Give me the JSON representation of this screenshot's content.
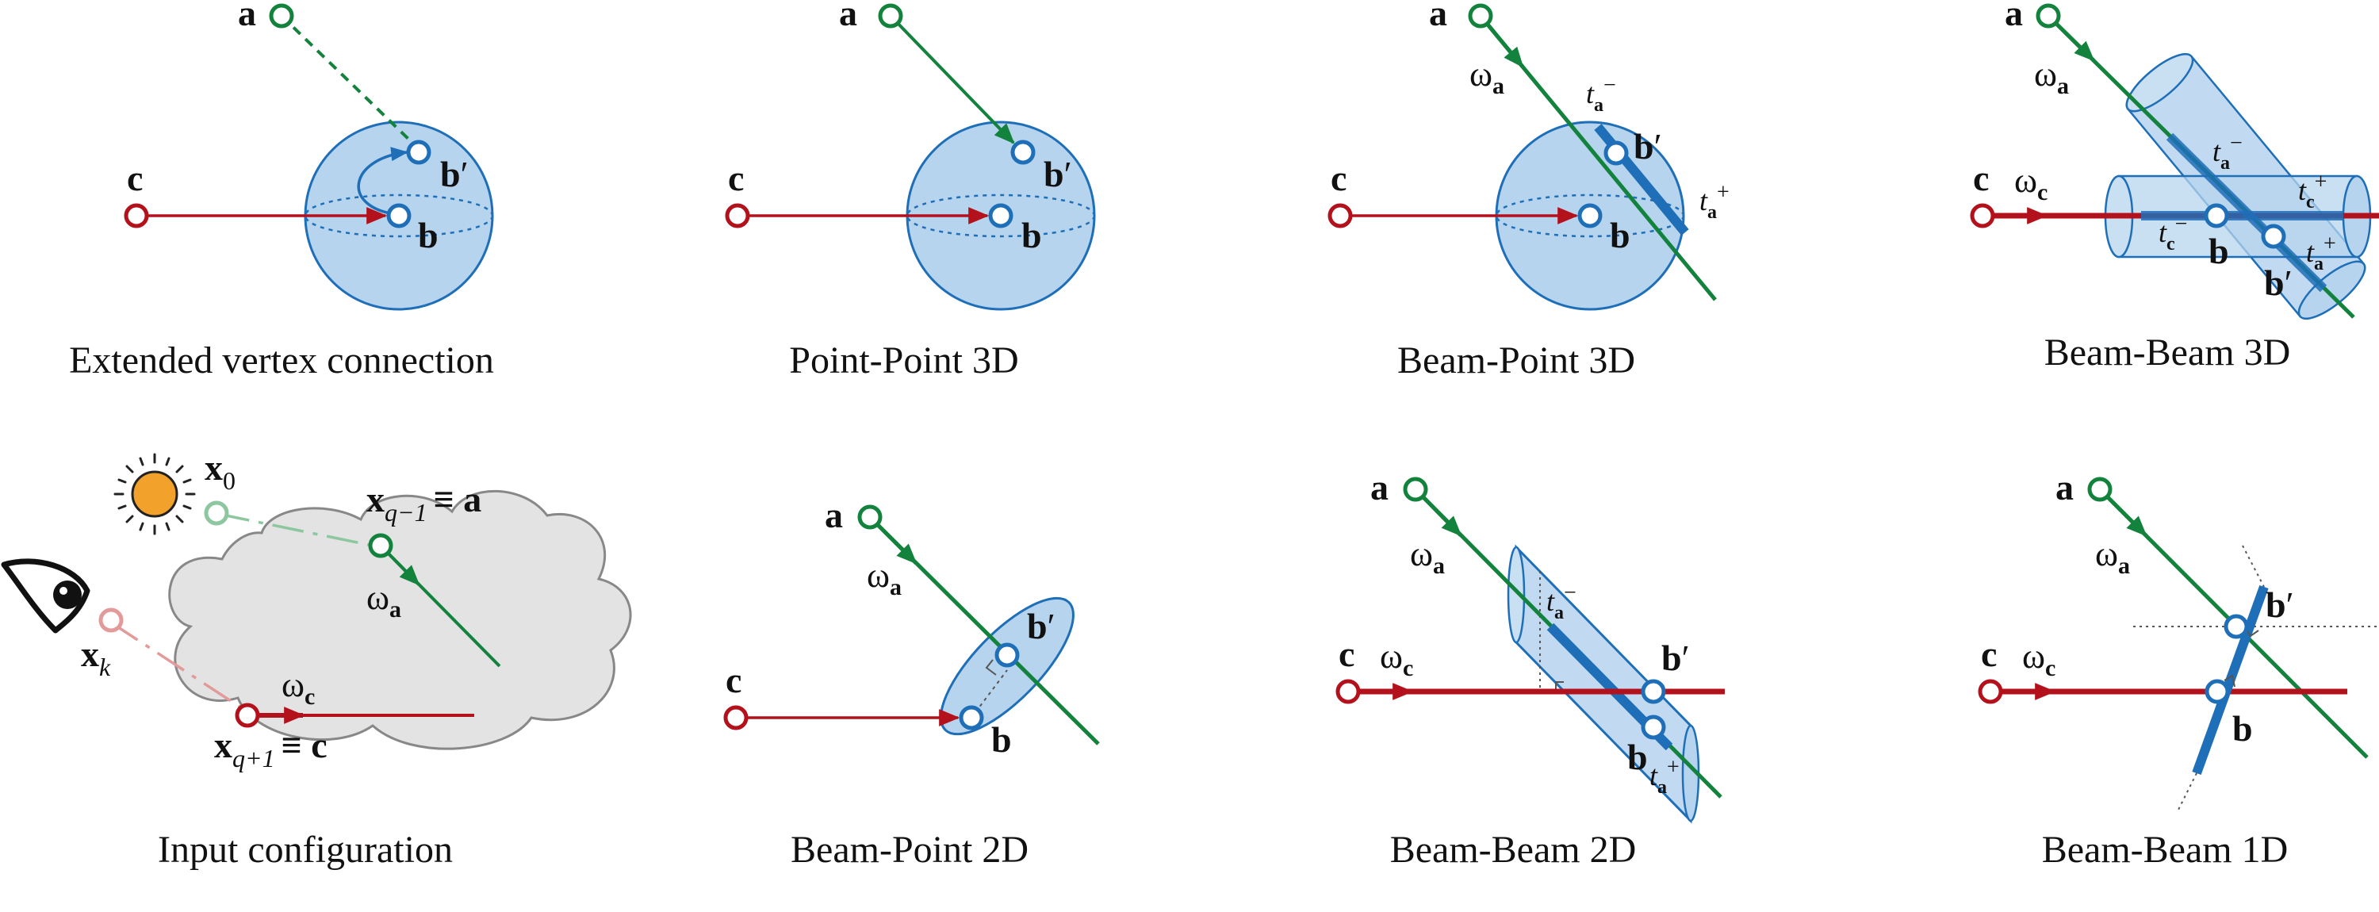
{
  "colors": {
    "red": "#b3121c",
    "green": "#13823c",
    "blue": "#1e6fb8",
    "blue_fill": "#b7d4ee",
    "cloud_fill": "#e3e3e3",
    "sun": "#f2a22a",
    "light_green": "#8dc79f",
    "light_red": "#e39a9a"
  },
  "panels": {
    "p1": {
      "caption": "Extended vertex connection",
      "a": "a",
      "b": "b",
      "b_prime": "b",
      "c": "c"
    },
    "p2": {
      "caption": "Point-Point 3D",
      "a": "a",
      "b": "b",
      "b_prime": "b",
      "c": "c"
    },
    "p3": {
      "caption": "Beam-Point 3D",
      "a": "a",
      "b": "b",
      "b_prime": "b",
      "c": "c",
      "omega_a": "ω",
      "t_a_minus": "t",
      "t_a_plus": "t"
    },
    "p4": {
      "caption": "Beam-Beam 3D",
      "a": "a",
      "b": "b",
      "b_prime": "b",
      "c": "c",
      "omega_a": "ω",
      "omega_c": "ω",
      "t_a_minus": "t",
      "t_a_plus": "t",
      "t_c_minus": "t",
      "t_c_plus": "t"
    },
    "p5": {
      "caption": "Input configuration",
      "x0": "x",
      "x0_sub": "0",
      "xq_minus": "x",
      "xq_minus_sub": "q−1",
      "equiv_a": "≡ a",
      "xk": "x",
      "xk_sub": "k",
      "xq_plus": "x",
      "xq_plus_sub": "q+1",
      "equiv_c": "≡ c",
      "omega_a": "ω",
      "omega_c": "ω"
    },
    "p6": {
      "caption": "Beam-Point 2D",
      "a": "a",
      "b": "b",
      "b_prime": "b",
      "c": "c",
      "omega_a": "ω"
    },
    "p7": {
      "caption": "Beam-Beam 2D",
      "a": "a",
      "b": "b",
      "b_prime": "b",
      "c": "c",
      "omega_a": "ω",
      "omega_c": "ω",
      "t_a_minus": "t",
      "t_a_plus": "t"
    },
    "p8": {
      "caption": "Beam-Beam 1D",
      "a": "a",
      "b": "b",
      "b_prime": "b",
      "c": "c",
      "omega_a": "ω",
      "omega_c": "ω"
    }
  },
  "symbols": {
    "prime": "′",
    "sub_a": "a",
    "sub_c": "c",
    "minus": "−",
    "plus": "+"
  }
}
